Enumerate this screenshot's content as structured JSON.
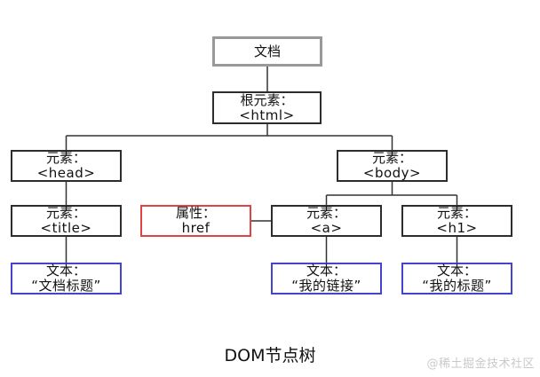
{
  "diagram": {
    "caption": "DOM节点树",
    "watermark": "@稀土掘金技术社区",
    "colors": {
      "element_border": "#2d2d2d",
      "document_border": "#999999",
      "attribute_border": "#e04343",
      "text_border": "#4444cf",
      "line": "#333333"
    },
    "nodes": {
      "document": {
        "line1": "文档"
      },
      "html": {
        "line1": "根元素：",
        "line2": "<html>"
      },
      "head": {
        "line1": "元素：",
        "line2": "<head>"
      },
      "body": {
        "line1": "元素：",
        "line2": "<body>"
      },
      "title": {
        "line1": "元素：",
        "line2": "<title>"
      },
      "attr_href": {
        "line1": "属性：",
        "line2": "href"
      },
      "a": {
        "line1": "元素：",
        "line2": "<a>"
      },
      "h1": {
        "line1": "元素：",
        "line2": "<h1>"
      },
      "text_doc_title": {
        "line1": "文本：",
        "line2": "“文档标题”"
      },
      "text_my_link": {
        "line1": "文本：",
        "line2": "“我的链接”"
      },
      "text_my_title": {
        "line1": "文本：",
        "line2": "“我的标题”"
      }
    }
  }
}
